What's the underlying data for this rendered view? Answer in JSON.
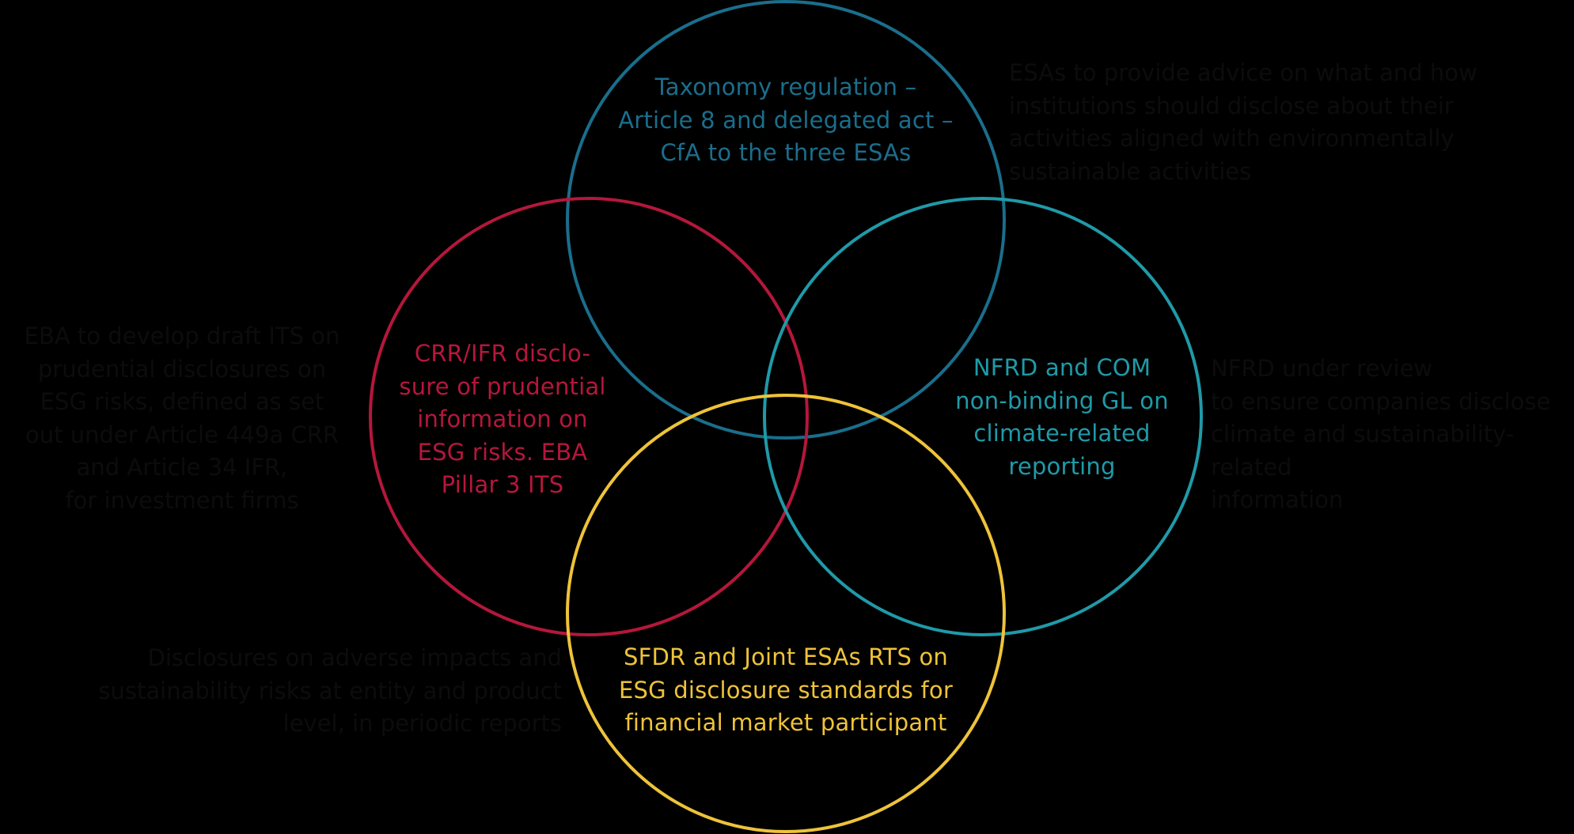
{
  "diagram": {
    "circles": [
      {
        "id": "taxonomy",
        "color": "#1a6e8c",
        "label": "Taxonomy regulation –\nArticle 8 and delegated act –\nCfA to the three ESAs"
      },
      {
        "id": "crr",
        "color": "#b5173b",
        "label": "CRR/IFR disclo-\nsure of prudential\ninformation on\nESG risks. EBA\nPillar 3 ITS"
      },
      {
        "id": "nfrd",
        "color": "#1f9aa8",
        "label": "NFRD and COM\nnon-binding GL on\nclimate-related\nreporting"
      },
      {
        "id": "sfdr",
        "color": "#eec339",
        "label": "SFDR and Joint ESAs RTS on\nESG disclosure standards for\nfinancial market participant"
      }
    ],
    "side_notes": {
      "top_right": "ESAs to provide advice on what and how\ninstitutions should disclose about their\nactivities aligned with environmentally\nsustainable activities",
      "left": "EBA to develop draft ITS on\nprudential disclosures on\nESG risks, defined as set\nout under Article 449a CRR\nand Article 34 IFR,\nfor investment firms",
      "right": "NFRD under review\nto ensure companies disclose\nclimate and sustainability-related\ninformation",
      "bottom_left": "Disclosures on adverse impacts and\nsustainability risks at entity and product\nlevel, in periodic reports"
    }
  }
}
